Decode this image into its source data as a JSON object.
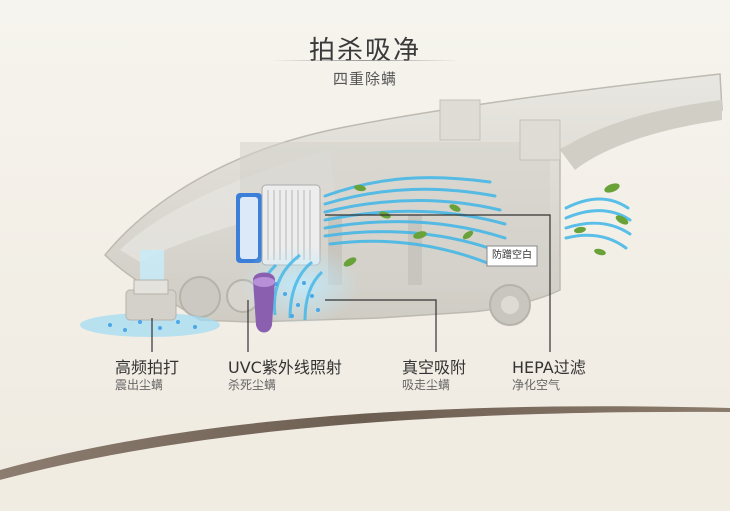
{
  "header": {
    "title": "拍杀吸净",
    "subtitle": "四重除螨"
  },
  "device": {
    "tag_text": "防蹭空白"
  },
  "features": [
    {
      "title": "高频拍打",
      "desc": "震出尘螨"
    },
    {
      "title": "UVC紫外线照射",
      "desc": "杀死尘螨"
    },
    {
      "title": "真空吸附",
      "desc": "吸走尘螨"
    },
    {
      "title": "HEPA过滤",
      "desc": "净化空气"
    }
  ],
  "colors": {
    "airflow": "#3fb6e8",
    "uv_lamp": "#8a5fb0",
    "leaf": "#6aa23a",
    "body": "#dcdad3",
    "bottom_band": "#7a6a5c"
  }
}
